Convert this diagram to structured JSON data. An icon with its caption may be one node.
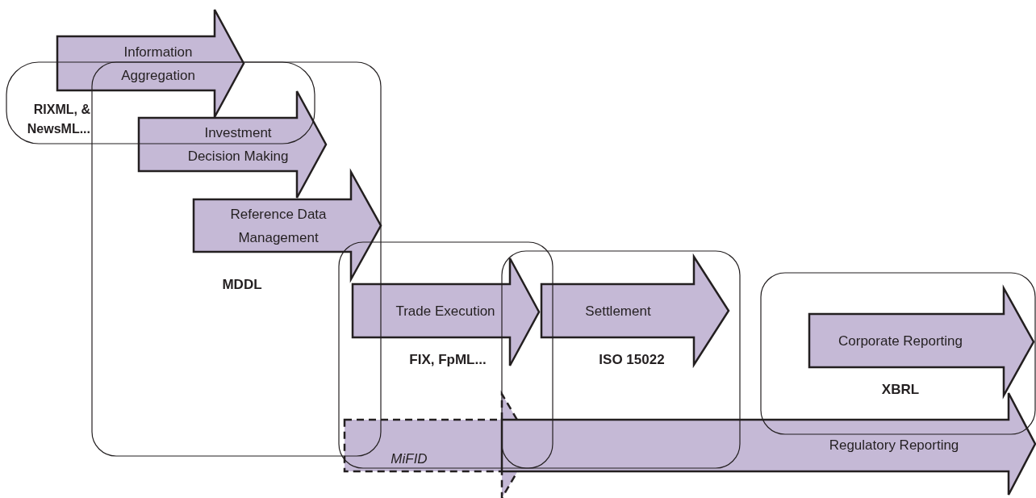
{
  "diagram": {
    "nodes": [
      {
        "text": [
          "Information Aggregation"
        ]
      },
      {
        "text": [
          "RIXML, & NewsML..."
        ]
      },
      {
        "text": [
          "MDDL"
        ]
      },
      {
        "text": [
          "Investment Decision Making"
        ],
        "in": 2
      },
      {
        "text": [
          "Reference Data Management"
        ],
        "in": 2
      },
      {
        "text": [
          "FIX, FpML..."
        ]
      },
      {
        "text": [
          "Trade Execution"
        ],
        "in": 5
      },
      {
        "text": [
          "ISO 15022"
        ]
      },
      {
        "text": [
          "Settlement"
        ],
        "in": 7
      },
      {
        "text": [
          "XBRL"
        ]
      },
      {
        "text": [
          "Corporate Reporting"
        ],
        "in": 9
      },
      {
        "text": [
          "MiFID"
        ]
      },
      {
        "text": [
          "Regulatory Reporting"
        ]
      }
    ]
  }
}
